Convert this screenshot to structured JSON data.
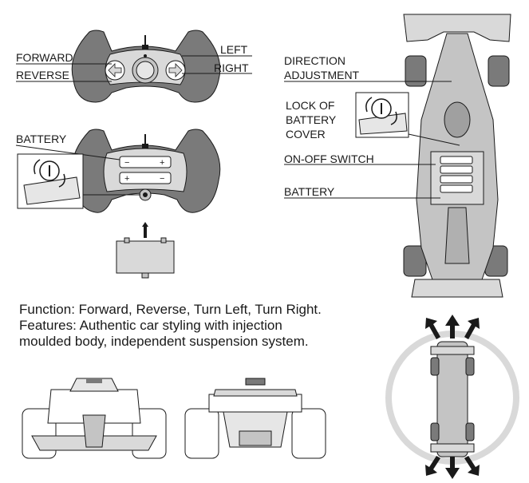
{
  "remote_top": {
    "forward_label": "FORWARD",
    "reverse_label": "REVERSE",
    "left_label": "LEFT",
    "right_label": "RIGHT"
  },
  "remote_bottom": {
    "battery_label": "BATTERY"
  },
  "car_top": {
    "direction_label_line1": "DIRECTION",
    "direction_label_line2": "ADJUSTMENT",
    "lock_label_line1": "LOCK OF",
    "lock_label_line2": "BATTERY",
    "lock_label_line3": "COVER",
    "onoff_label": "ON-OFF SWITCH",
    "battery_label": "BATTERY"
  },
  "description": {
    "line1": "Function: Forward, Reverse, Turn Left, Turn Right.",
    "line2": "Features: Authentic car styling with injection",
    "line3": "moulded body, independent suspension system."
  },
  "colors": {
    "wheel_gray": "#7a7a7a",
    "light_gray": "#d9d9d9",
    "panel_gray": "#c4c4c4",
    "line": "#1a1a1a"
  },
  "icons": {
    "lock": "lock-dial-icon",
    "direction": "arrow-icon"
  }
}
